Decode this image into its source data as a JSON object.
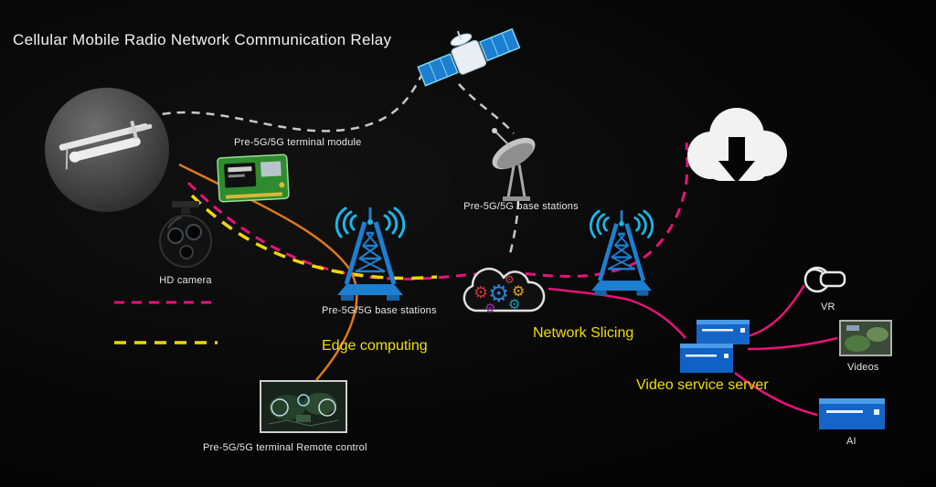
{
  "title": "Cellular Mobile Radio Network Communication Relay",
  "labels": {
    "terminal_module": "Pre-5G/5G terminal module",
    "dish_base_stations": "Pre-5G/5G base stations",
    "hd_camera": "HD camera",
    "tower_base_stations": "Pre-5G/5G base stations",
    "vr": "VR",
    "videos": "Videos",
    "ai": "AI",
    "remote_control": "Pre-5G/5G terminal Remote control"
  },
  "highlights": {
    "edge_computing": "Edge computing",
    "network_slicing": "Network Slicing",
    "video_service_server": "Video service server"
  },
  "colors": {
    "background": "#050505",
    "title_text": "#f2f2f2",
    "label_text": "#e6e6e6",
    "highlight_text": "#f0df00",
    "line_gray_dashed": "#c8c8c8",
    "line_magenta": "#e8127a",
    "line_yellow_dashed": "#f0d800",
    "line_orange": "#e07818",
    "tower_blue": "#1d7fd0",
    "wifi_cyan": "#18b8ea",
    "server_blue": "#1565c8",
    "pcb_green": "#2e8b2e",
    "cloud_white": "#f2f2f2"
  }
}
